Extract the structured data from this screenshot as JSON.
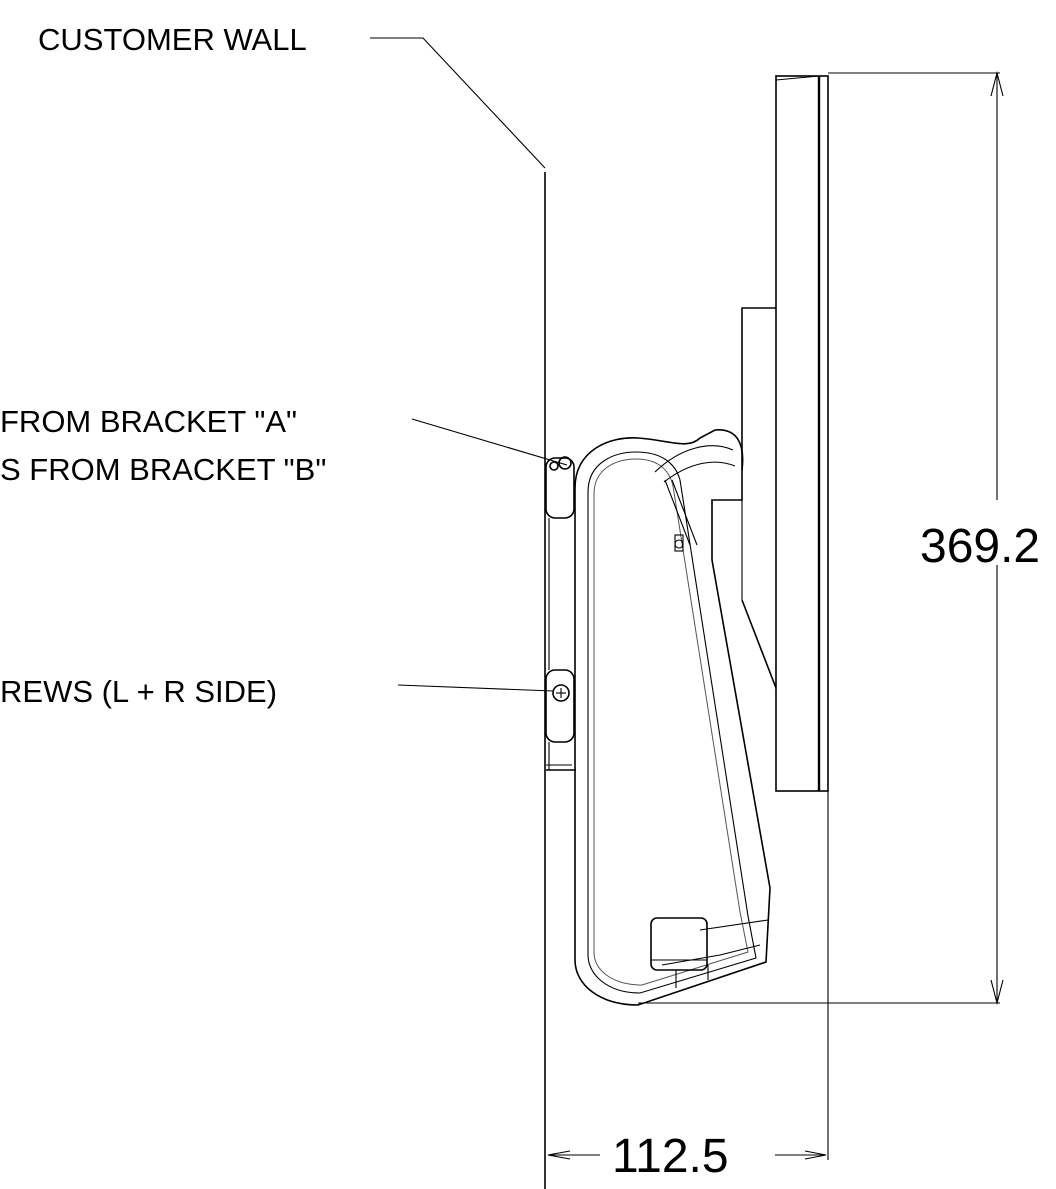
{
  "labels": {
    "customer_wall": "CUSTOMER WALL",
    "bracket_a": "FROM BRACKET \"A\"",
    "bracket_b": "S FROM BRACKET \"B\"",
    "screws": "REWS (L + R SIDE)"
  },
  "dimensions": {
    "height": "369.2",
    "depth": "112.5"
  },
  "colors": {
    "line": "#000000",
    "background": "#ffffff"
  }
}
